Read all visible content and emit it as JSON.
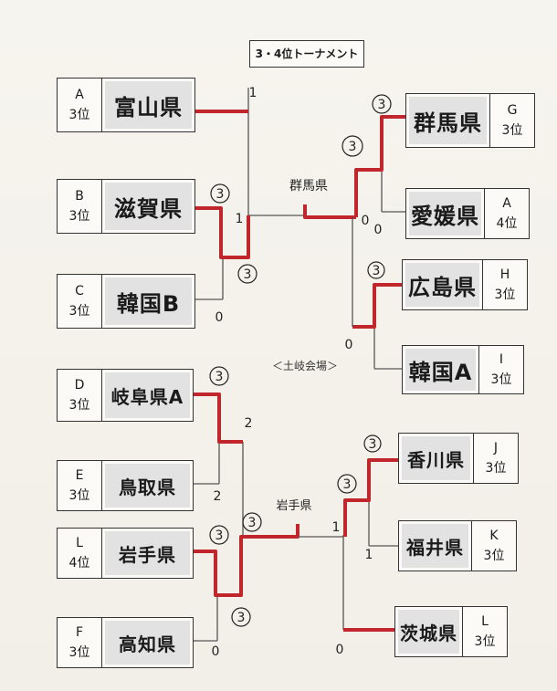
{
  "title": "3・4位トーナメント",
  "venue": "＜土岐会場＞",
  "winner_labels": {
    "top": "群馬県",
    "bottom": "岩手県"
  },
  "teams": {
    "toyama": {
      "group": "A",
      "rank": "3位",
      "name": "富山県"
    },
    "shiga": {
      "group": "B",
      "rank": "3位",
      "name": "滋賀県"
    },
    "korea_b": {
      "group": "C",
      "rank": "3位",
      "name": "韓国B"
    },
    "gunma": {
      "group": "G",
      "rank": "3位",
      "name": "群馬県"
    },
    "ehime": {
      "group": "A",
      "rank": "4位",
      "name": "愛媛県"
    },
    "hiroshima": {
      "group": "H",
      "rank": "3位",
      "name": "広島県"
    },
    "korea_a": {
      "group": "I",
      "rank": "3位",
      "name": "韓国A"
    },
    "gifu_a": {
      "group": "D",
      "rank": "3位",
      "name": "岐阜県A"
    },
    "tottori": {
      "group": "E",
      "rank": "3位",
      "name": "鳥取県"
    },
    "iwate": {
      "group": "L",
      "rank": "4位",
      "name": "岩手県"
    },
    "kochi": {
      "group": "F",
      "rank": "3位",
      "name": "高知県"
    },
    "kagawa": {
      "group": "J",
      "rank": "3位",
      "name": "香川県"
    },
    "fukui": {
      "group": "K",
      "rank": "3位",
      "name": "福井県"
    },
    "ibaraki": {
      "group": "L",
      "rank": "3位",
      "name": "茨城県"
    }
  },
  "scores": {
    "toyama": "1",
    "shiga_r1": "3",
    "shiga_r2": "1",
    "korea_b": "0",
    "r2_left_bottom": "3",
    "gunma_r1": "3",
    "gunma_r2": "3",
    "ehime": "0",
    "hiroshima": "3",
    "korea_a": "0",
    "right_center": "0",
    "gifu_a": "3",
    "tottori": "2",
    "gifu_r2": "2",
    "iwate_r1": "3",
    "iwate_r2": "3",
    "kochi": "0",
    "iwate_mid": "3",
    "kagawa_r1": "3",
    "kagawa_r2": "3",
    "fukui": "1",
    "ibaraki": "0",
    "bottom_center": "1"
  },
  "colors": {
    "winner_line": "#c0262c",
    "line": "#555555"
  }
}
